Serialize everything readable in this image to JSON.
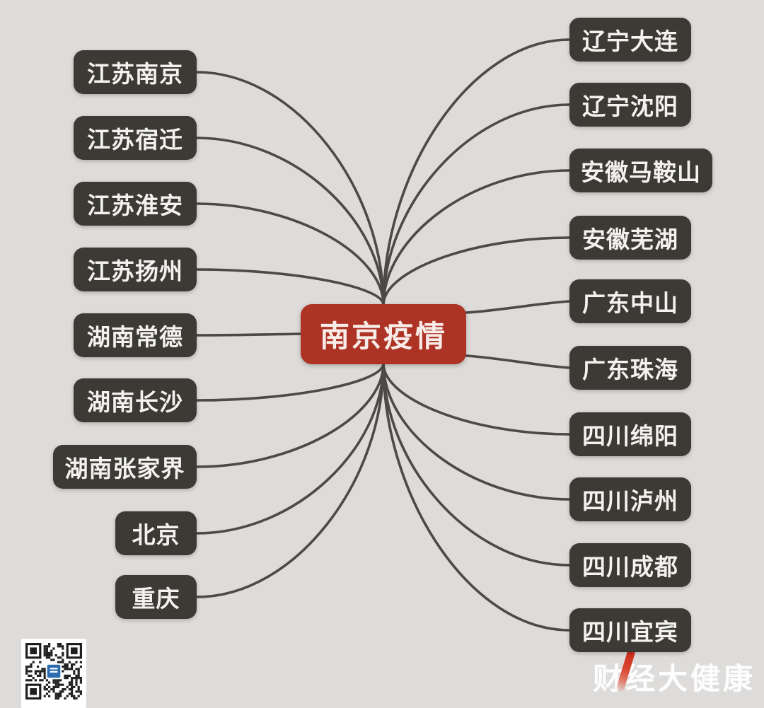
{
  "canvas": {
    "background": "#dedcda"
  },
  "center_node": {
    "label": "南京疫情",
    "bg": "#ad3425",
    "text_color": "#f7ece8"
  },
  "node_style": {
    "bg": "#3b3a35",
    "text_color": "#f3f2ee",
    "line_color": "#4b4a45"
  },
  "left_nodes": [
    "江苏南京",
    "江苏宿迁",
    "江苏淮安",
    "江苏扬州",
    "湖南常德",
    "湖南长沙",
    "湖南张家界",
    "北京",
    "重庆"
  ],
  "right_nodes": [
    "辽宁大连",
    "辽宁沈阳",
    "安徽马鞍山",
    "安徽芜湖",
    "广东中山",
    "广东珠海",
    "四川绵阳",
    "四川泸州",
    "四川成都",
    "四川宜宾"
  ],
  "watermark": {
    "text": "财经大健康",
    "text_color": "#ffffff",
    "slash_color": "#cf2b1b"
  },
  "qr_code": {
    "logo_color": "#2e6cb0",
    "module_color": "#1f1f1f"
  }
}
